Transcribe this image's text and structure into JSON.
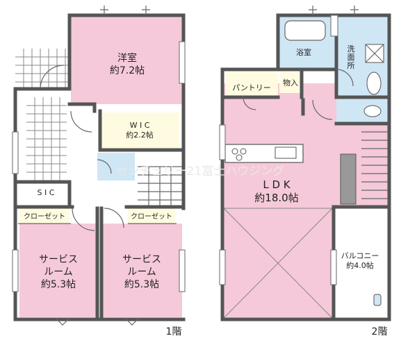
{
  "floor1": {
    "caption": "1階",
    "rooms": {
      "western": {
        "name": "洋室",
        "size": "約7.2帖"
      },
      "wic": {
        "name": "W I C",
        "size": "約2.2帖"
      },
      "sic": {
        "name": "S I C"
      },
      "closet_left": {
        "name": "クローゼット"
      },
      "closet_right": {
        "name": "クローゼット"
      },
      "service_left": {
        "line1": "サービス",
        "line2": "ルーム",
        "size": "約5.3帖"
      },
      "service_right": {
        "line1": "サービス",
        "line2": "ルーム",
        "size": "約5.3帖"
      }
    }
  },
  "floor2": {
    "caption": "2階",
    "rooms": {
      "bath": {
        "name": "浴室"
      },
      "washroom": {
        "name": "洗面所"
      },
      "pantry": {
        "name": "パントリー"
      },
      "storage": {
        "name": "物入"
      },
      "ldk": {
        "name": "L D K",
        "size": "約18.0帖"
      },
      "balcony": {
        "name": "バルコニー",
        "size": "約4.0帖"
      }
    }
  },
  "watermark": "センチュリー21富士ハウジング",
  "colors": {
    "room": "#f5c9d9",
    "wet_area": "#cfe6f5",
    "closet": "#fffbe0",
    "wall": "#555555"
  }
}
